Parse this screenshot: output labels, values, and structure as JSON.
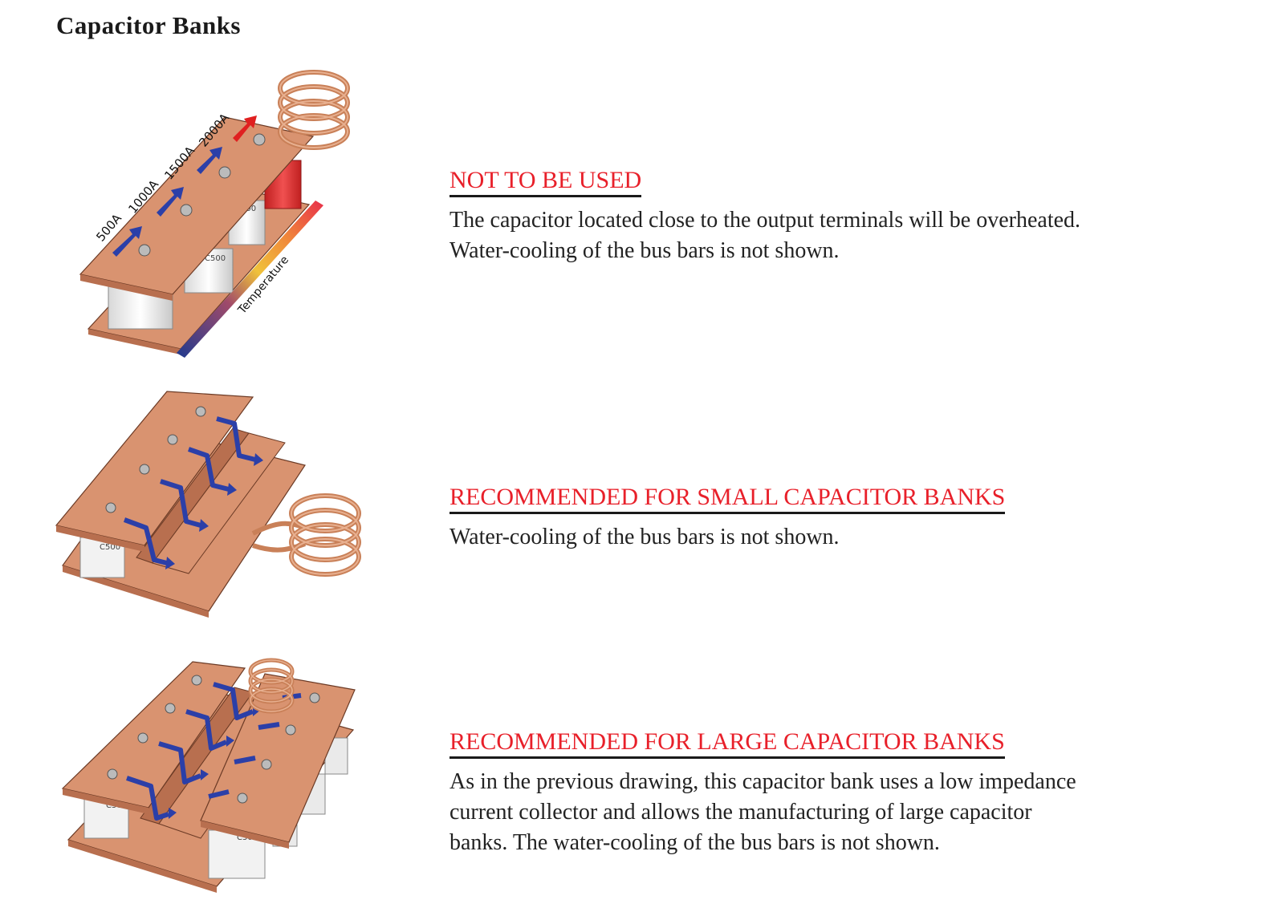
{
  "page": {
    "title": "Capacitor Banks"
  },
  "figure1": {
    "current_labels": [
      "500A",
      "1000A",
      "1500A",
      "2000A"
    ],
    "temperature_label": "Temperature",
    "capacitor_label": "C500"
  },
  "figure2": {
    "capacitor_label": "C500"
  },
  "figure3": {
    "capacitor_label": "C500"
  },
  "sections": [
    {
      "heading": "NOT TO BE USED",
      "lines": [
        "The capacitor located close to the output terminals will be overheated.",
        "Water-cooling of the bus bars is not shown."
      ]
    },
    {
      "heading": "RECOMMENDED FOR SMALL CAPACITOR BANKS",
      "lines": [
        "Water-cooling of the bus bars is not shown."
      ]
    },
    {
      "heading": "RECOMMENDED FOR LARGE CAPACITOR BANKS",
      "lines": [
        "As in the previous drawing, this capacitor bank uses a low impedance",
        "current collector and allows the manufacturing of large capacitor",
        "banks. The water-cooling of the bus bars is not shown."
      ]
    }
  ],
  "colors": {
    "heading_red": "#e8202a",
    "copper": "#d99370",
    "copper_dark": "#b86f4f",
    "arrow_blue": "#2b3fa8",
    "hot_red": "#e84040"
  }
}
